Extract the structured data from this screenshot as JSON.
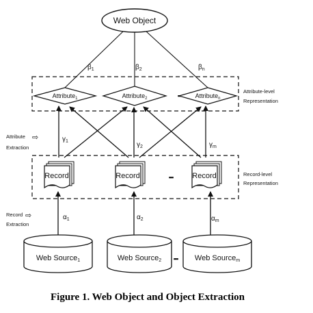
{
  "web_object": {
    "label": "Web Object"
  },
  "attribute_level": {
    "side_label_1": "Attribute-level",
    "side_label_2": "Representation",
    "attributes": [
      {
        "name": "Attribute",
        "sub": "1"
      },
      {
        "name": "Attribute",
        "sub": "2"
      },
      {
        "name": "Attribute",
        "sub": "n"
      }
    ],
    "ellipsis": "▪▪▪"
  },
  "record_level": {
    "side_label_1": "Record-level",
    "side_label_2": "Representation",
    "records": [
      {
        "label": "Record"
      },
      {
        "label": "Record"
      },
      {
        "label": "Record"
      }
    ],
    "ellipsis": "▪▪▪"
  },
  "sources": {
    "items": [
      {
        "name": "Web Source",
        "sub": "1"
      },
      {
        "name": "Web Source",
        "sub": "2"
      },
      {
        "name": "Web Source",
        "sub": "m"
      }
    ],
    "ellipsis": "▪▪▪"
  },
  "edges": {
    "beta": [
      {
        "sym": "β",
        "sub": "1"
      },
      {
        "sym": "β",
        "sub": "2"
      },
      {
        "sym": "β",
        "sub": "n"
      }
    ],
    "gamma": [
      {
        "sym": "γ",
        "sub": "1"
      },
      {
        "sym": "γ",
        "sub": "2"
      },
      {
        "sym": "γ",
        "sub": "m"
      }
    ],
    "alpha": [
      {
        "sym": "α",
        "sub": "1"
      },
      {
        "sym": "α",
        "sub": "2"
      },
      {
        "sym": "α",
        "sub": "m"
      }
    ]
  },
  "left_labels": {
    "attribute_extraction_1": "Attribute",
    "attribute_extraction_2": "Extraction",
    "record_extraction_1": "Record",
    "record_extraction_2": "Extraction",
    "arrow": "⇨"
  },
  "caption": "Figure 1. Web Object and Object Extraction"
}
